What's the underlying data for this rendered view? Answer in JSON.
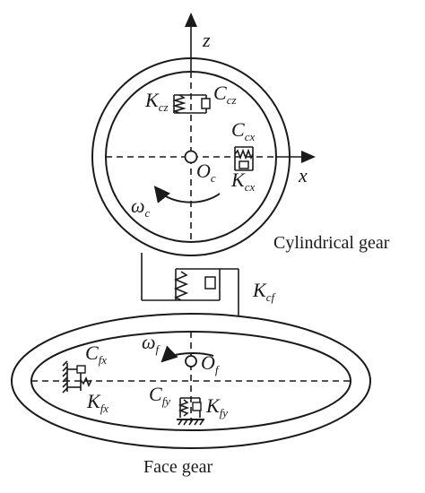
{
  "axes": {
    "z": "z",
    "x": "x"
  },
  "cylindrical": {
    "kcz": {
      "main": "K",
      "sub": "cz"
    },
    "ccz": {
      "main": "C",
      "sub": "cz"
    },
    "ccx": {
      "main": "C",
      "sub": "cx"
    },
    "kcx": {
      "main": "K",
      "sub": "cx"
    },
    "oc": {
      "main": "O",
      "sub": "c"
    },
    "omega_c": {
      "main": "ω",
      "sub": "c"
    },
    "caption": "Cylindrical gear"
  },
  "coupling": {
    "kcf": {
      "main": "K",
      "sub": "cf"
    }
  },
  "face": {
    "omega_f": {
      "main": "ω",
      "sub": "f"
    },
    "of": {
      "main": "O",
      "sub": "f"
    },
    "cfx": {
      "main": "C",
      "sub": "fx"
    },
    "kfx": {
      "main": "K",
      "sub": "fx"
    },
    "cfy": {
      "main": "C",
      "sub": "fy"
    },
    "kfy": {
      "main": "K",
      "sub": "fy"
    },
    "caption": "Face gear"
  }
}
